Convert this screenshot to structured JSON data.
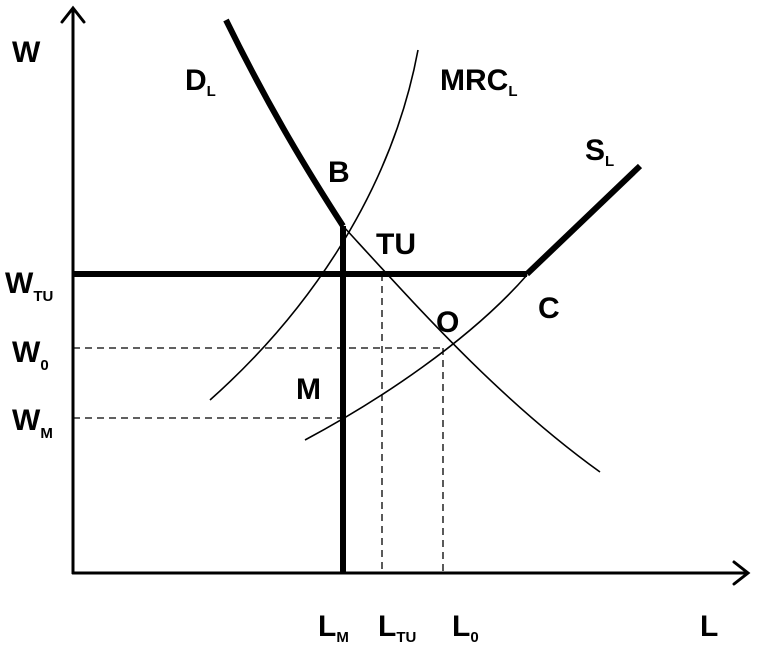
{
  "axes": {
    "y_label": "W",
    "x_label": "L"
  },
  "curves": {
    "demand": {
      "main": "D",
      "sub": "L"
    },
    "mrc": {
      "main": "MRC",
      "sub": "L"
    },
    "supply": {
      "main": "S",
      "sub": "L"
    }
  },
  "points": {
    "b": "B",
    "tu": "TU",
    "c": "C",
    "o": "O",
    "m": "M"
  },
  "y_ticks": {
    "w_tu": {
      "main": "W",
      "sub": "TU"
    },
    "w_0": {
      "main": "W",
      "sub": "0"
    },
    "w_m": {
      "main": "W",
      "sub": "M"
    }
  },
  "x_ticks": {
    "l_m": {
      "main": "L",
      "sub": "M"
    },
    "l_tu": {
      "main": "L",
      "sub": "TU"
    },
    "l_0": {
      "main": "L",
      "sub": "0"
    }
  }
}
